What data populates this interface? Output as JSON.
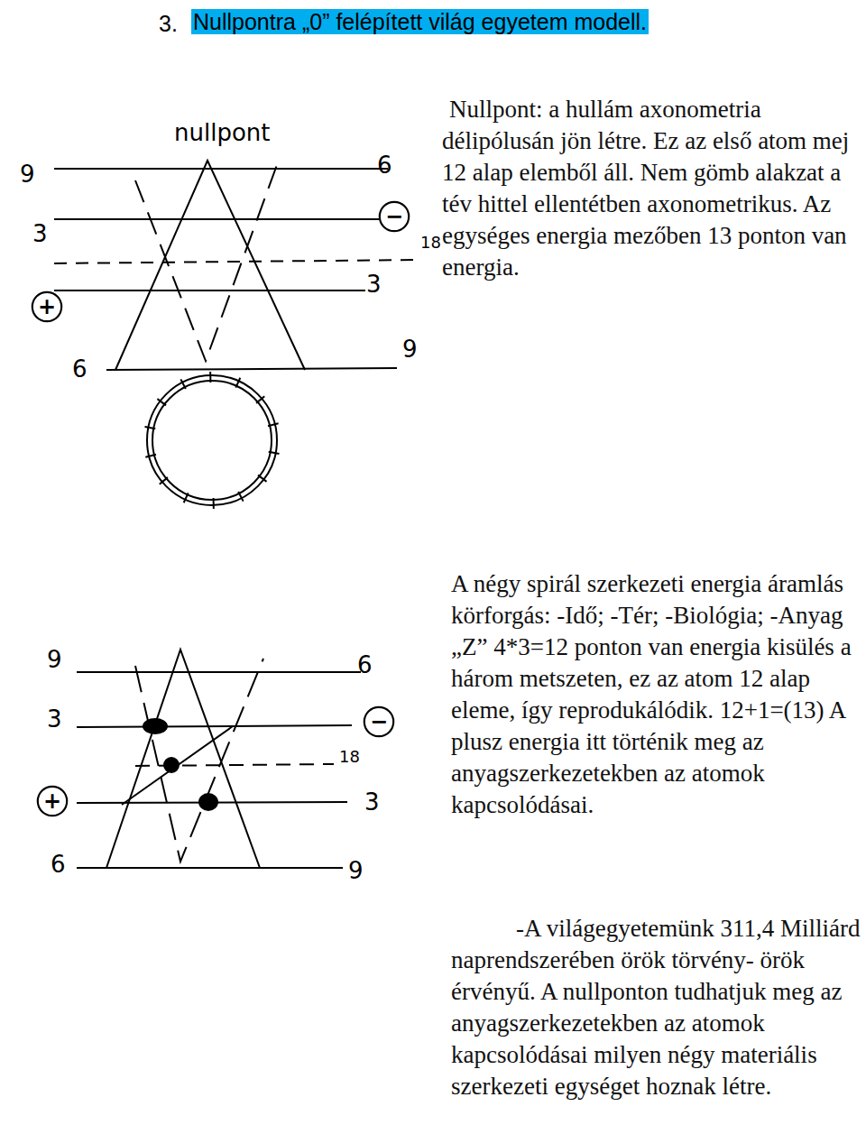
{
  "diagram": {
    "title": "Nullpontra „0” felépített világ egyetem modell.",
    "nodes": [
      {
        "text": [
          "−"
        ]
      },
      {
        "text": [
          "+"
        ]
      },
      {
        "text": [
          "−"
        ]
      },
      {
        "text": [
          "+"
        ]
      }
    ],
    "labels": [
      "3.",
      "Nullpont: a hullám axonometria délipólusán jön létre. Ez az első atom mej 12 alap elemből áll. Nem gömb alakzat a tév hittel ellentétben axonometrikus. Az egységes energia mezőben 13 ponton van energia.",
      "A négy spirál szerkezeti energia áramlás körforgás: -Idő; -Tér; -Biológia; -Anyag „Z” 4*3=12 ponton van energia kisülés a három metszeten, ez az atom 12 alap eleme, így reprodukálódik. 12+1=(13) A plusz energia itt történik meg az anyagszerkezetekben az atomok kapcsolódásai.",
      "-A világegyetemünk 311,4 Milliárd naprendszerében örök törvény- örök érvényű. A nullponton tudhatjuk meg az anyagszerkezetekben az atomok kapcsolódásai milyen négy materiális szerkezeti egységet hoznak létre.",
      "nullpont",
      "9",
      "3",
      "6",
      "6",
      "18",
      "3",
      "9",
      "9",
      "3",
      "6",
      "6",
      "18",
      "3",
      "9"
    ]
  }
}
